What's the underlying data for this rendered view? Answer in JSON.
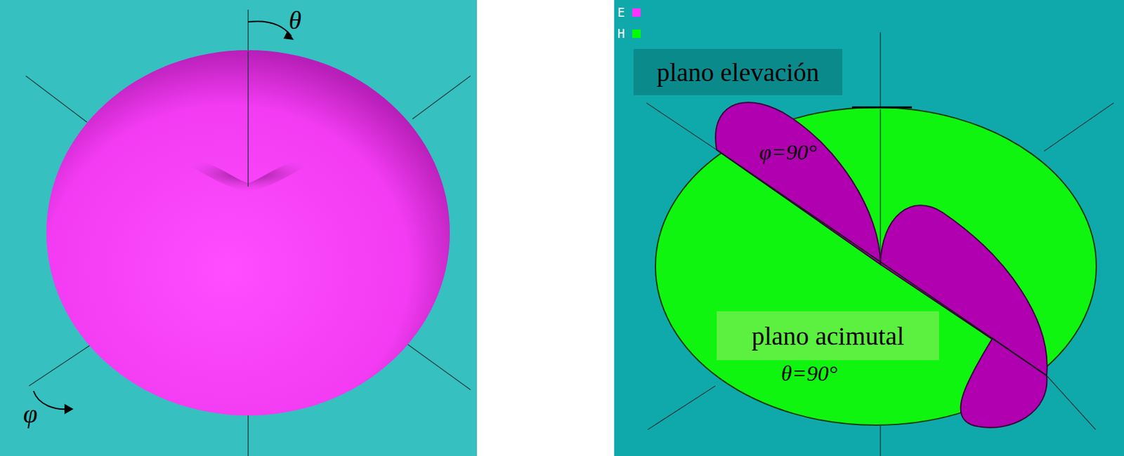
{
  "diagram": {
    "nodes": [
      {
        "text": [
          "plano elevación"
        ]
      },
      {
        "text": [
          "plano acimutal"
        ]
      }
    ],
    "labels": [
      "θ",
      "φ",
      "φ=90°",
      "θ=90°"
    ],
    "legend": [
      {
        "text": "E",
        "color": "#ff33ff"
      },
      {
        "text": "H",
        "color": "#00ff00"
      }
    ]
  }
}
